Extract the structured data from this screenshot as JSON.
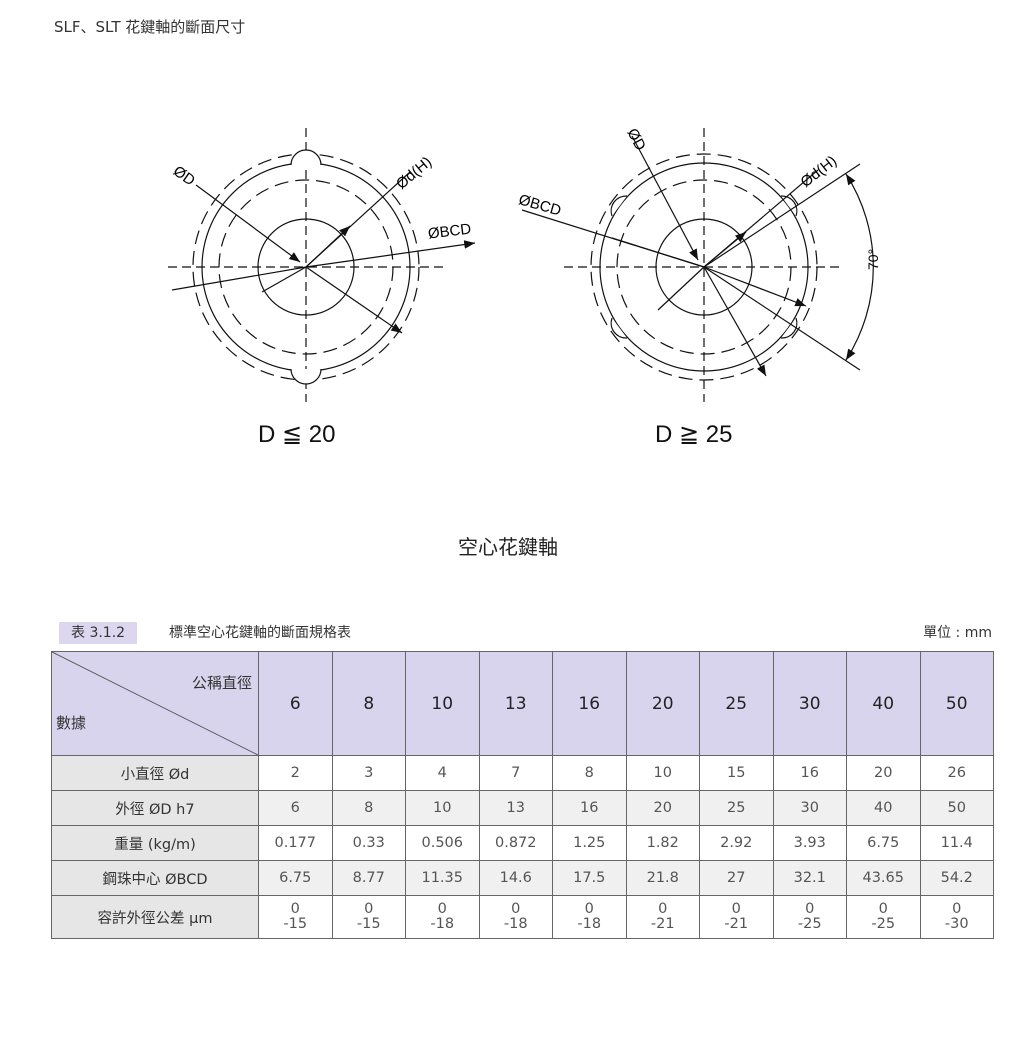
{
  "page_heading": "SLF、SLT 花鍵軸的斷面尺寸",
  "diagram": {
    "left": {
      "case_label": "D ≦ 20",
      "labels": {
        "od": "ØD",
        "id": "Ød(H)",
        "bcd": "ØBCD"
      }
    },
    "right": {
      "case_label": "D ≧ 25",
      "labels": {
        "od": "ØD",
        "id": "Ød(H)",
        "bcd": "ØBCD",
        "angle": "70°"
      }
    }
  },
  "center_title": "空心花鍵軸",
  "caption": {
    "tag": "表 3.1.2",
    "title": "標準空心花鍵軸的斷面規格表",
    "unit": "單位 : mm"
  },
  "table": {
    "corner_top": "公稱直徑",
    "corner_bottom": "數據",
    "columns": [
      "6",
      "8",
      "10",
      "13",
      "16",
      "20",
      "25",
      "30",
      "40",
      "50"
    ],
    "rows": [
      {
        "label": "小直徑 Ød",
        "values": [
          "2",
          "3",
          "4",
          "7",
          "8",
          "10",
          "15",
          "16",
          "20",
          "26"
        ]
      },
      {
        "label": "外徑 ØD h7",
        "values": [
          "6",
          "8",
          "10",
          "13",
          "16",
          "20",
          "25",
          "30",
          "40",
          "50"
        ]
      },
      {
        "label": "重量 (kg/m)",
        "values": [
          "0.177",
          "0.33",
          "0.506",
          "0.872",
          "1.25",
          "1.82",
          "2.92",
          "3.93",
          "6.75",
          "11.4"
        ]
      },
      {
        "label": "鋼珠中心 ØBCD",
        "values": [
          "6.75",
          "8.77",
          "11.35",
          "14.6",
          "17.5",
          "21.8",
          "27",
          "32.1",
          "43.65",
          "54.2"
        ]
      }
    ],
    "tolerance_row": {
      "label": "容許外徑公差 μm",
      "upper": [
        "0",
        "0",
        "0",
        "0",
        "0",
        "0",
        "0",
        "0",
        "0",
        "0"
      ],
      "lower": [
        "-15",
        "-15",
        "-18",
        "-18",
        "-18",
        "-21",
        "-21",
        "-25",
        "-25",
        "-30"
      ]
    }
  }
}
